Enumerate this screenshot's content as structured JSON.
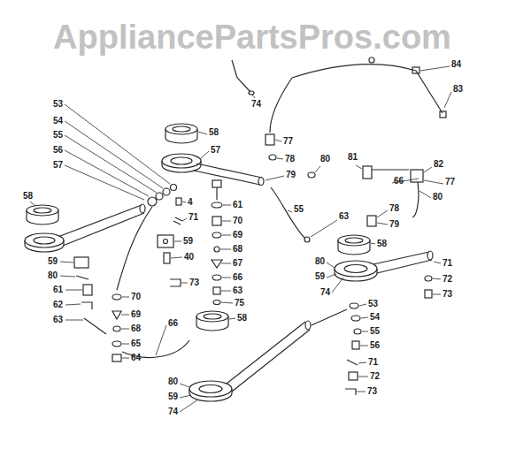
{
  "diagram": {
    "labels": [
      "AppliancePartsPros.com",
      "53",
      "54",
      "55",
      "56",
      "57",
      "58",
      "59",
      "80",
      "61",
      "62",
      "63",
      "58",
      "57",
      "4",
      "71",
      "59",
      "40",
      "73",
      "70",
      "69",
      "68",
      "66",
      "65",
      "64",
      "80",
      "59",
      "74",
      "74",
      "77",
      "78",
      "79",
      "80",
      "81",
      "55",
      "63",
      "61",
      "70",
      "69",
      "68",
      "67",
      "66",
      "63",
      "75",
      "84",
      "83",
      "82",
      "77",
      "80",
      "66",
      "78",
      "79",
      "58",
      "80",
      "59",
      "74",
      "53",
      "54",
      "55",
      "56",
      "71",
      "72",
      "73",
      "71",
      "72",
      "73",
      "58"
    ]
  }
}
